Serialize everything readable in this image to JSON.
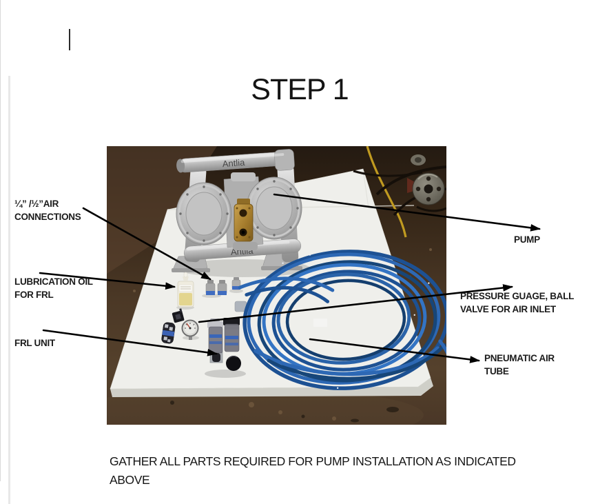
{
  "page": {
    "title": "STEP 1",
    "caption_line1": "GATHER ALL PARTS REQUIRED FOR PUMP INSTALLATION AS INDICATED",
    "caption_line2": "ABOVE"
  },
  "photo": {
    "brand_top": "Antlia",
    "brand_bottom": "Antlia",
    "colors": {
      "tube_blue": "#2d68b4",
      "brass": "#a57c2c",
      "foam_white": "#f0f0ec",
      "floor_brown": "#4a3726",
      "pump_silver": "#b9b9b9"
    }
  },
  "callouts": {
    "air_connections": {
      "line1": "¼” /½”AIR",
      "line2": "CONNECTIONS"
    },
    "lubrication_oil": {
      "line1": "LUBRICATION OIL",
      "line2": "FOR FRL"
    },
    "frl_unit": {
      "line1": "FRL UNIT"
    },
    "pump": {
      "line1": "PUMP"
    },
    "pressure_gauge": {
      "line1": "PRESSURE GUAGE, BALL",
      "line2": "VALVE FOR AIR INLET"
    },
    "pneumatic_tube": {
      "line1": "PNEUMATIC AIR",
      "line2": "TUBE"
    }
  }
}
